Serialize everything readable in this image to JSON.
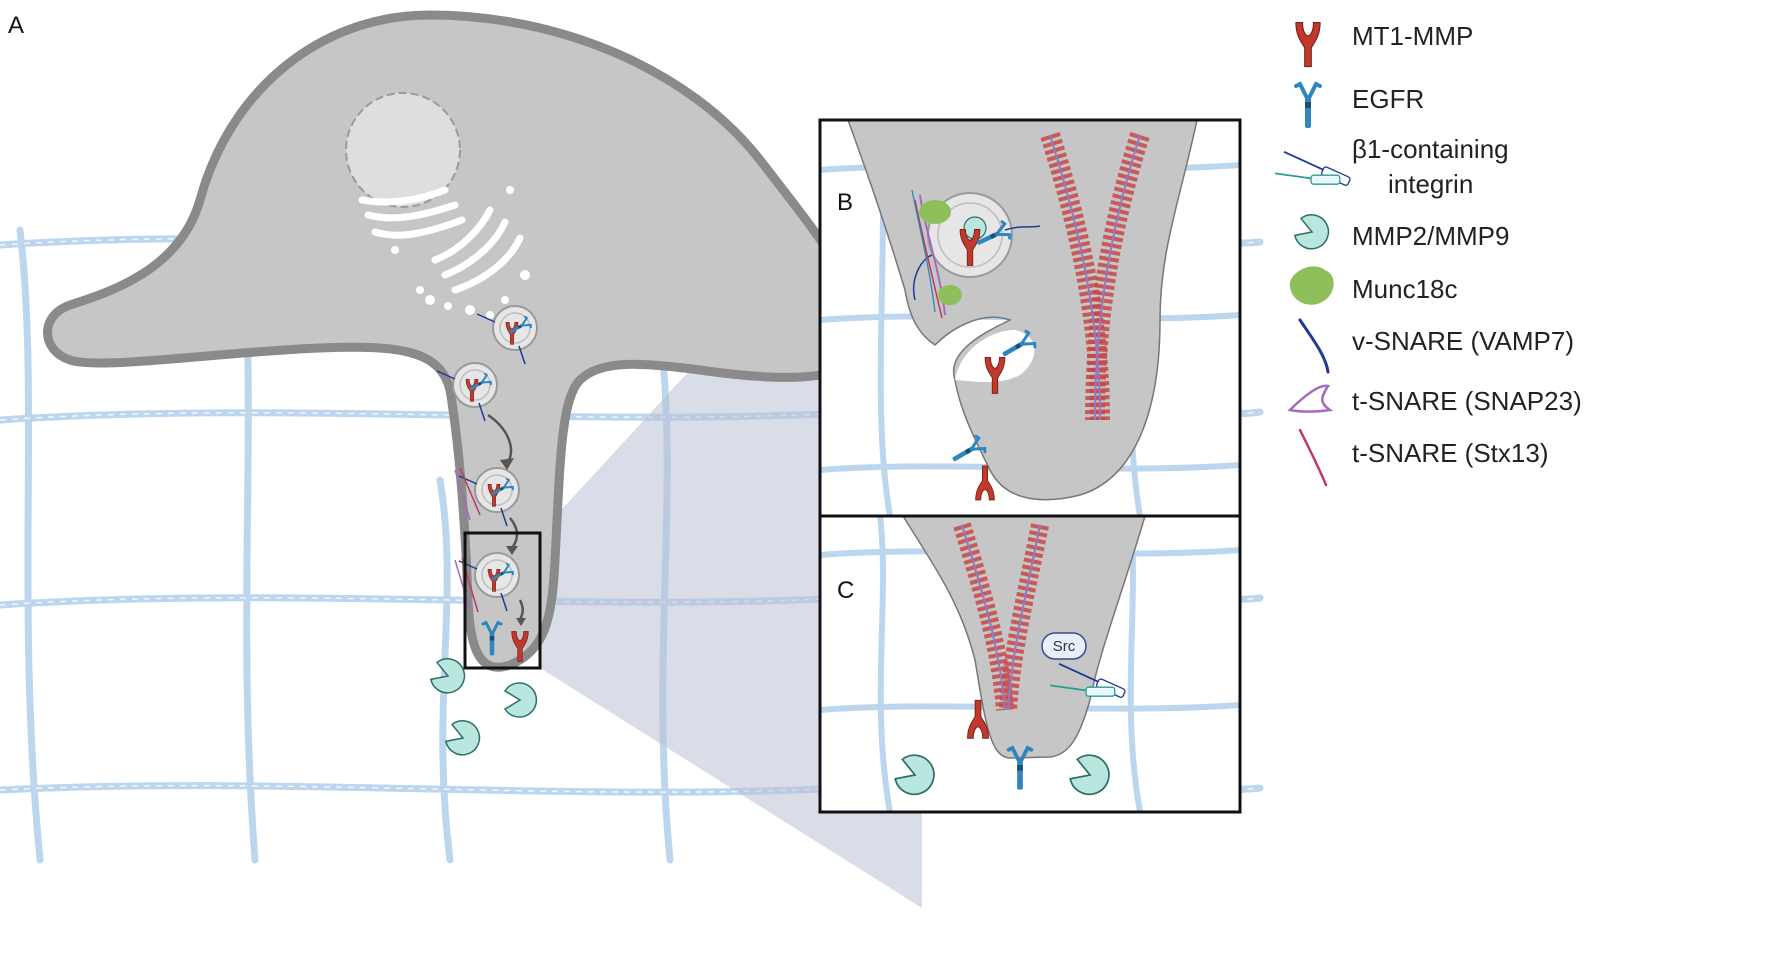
{
  "panels": {
    "a": "A",
    "b": "B",
    "c": "C"
  },
  "labels": {
    "src": "Src"
  },
  "legend": [
    {
      "id": "mt1mmp",
      "icon": "mt1-mmp-icon",
      "lines": [
        "MT1-MMP"
      ]
    },
    {
      "id": "egfr",
      "icon": "egfr-icon",
      "lines": [
        "EGFR"
      ]
    },
    {
      "id": "integrin",
      "icon": "integrin-icon",
      "lines": [
        "β1-containing",
        "integrin"
      ]
    },
    {
      "id": "mmp",
      "icon": "mmp2-mmp9-icon",
      "lines": [
        "MMP2/MMP9"
      ]
    },
    {
      "id": "munc",
      "icon": "munc18c-icon",
      "lines": [
        "Munc18c"
      ]
    },
    {
      "id": "vsnare",
      "icon": "v-snare-icon",
      "lines": [
        "v-SNARE (VAMP7)"
      ]
    },
    {
      "id": "tsnare23",
      "icon": "t-snare-snap23-icon",
      "lines": [
        "t-SNARE (SNAP23)"
      ]
    },
    {
      "id": "stx13",
      "icon": "t-snare-stx13-icon",
      "lines": [
        "t-SNARE (Stx13)"
      ]
    }
  ],
  "colors": {
    "cell_fill": "#c6c6c6",
    "cell_edge": "#8a8a8a",
    "mt1_mmp": "#c0392b",
    "egfr": "#2e86c1",
    "mmp": "#b9e6df",
    "munc": "#8fbf5a",
    "v_snare": "#1f3a93",
    "t_snare_snap23": "#a569bd",
    "t_snare_stx13": "#c0395a",
    "matrix": "#bcd6ee",
    "zoom": "#b9c1d6",
    "actin": "#e05a5a"
  }
}
